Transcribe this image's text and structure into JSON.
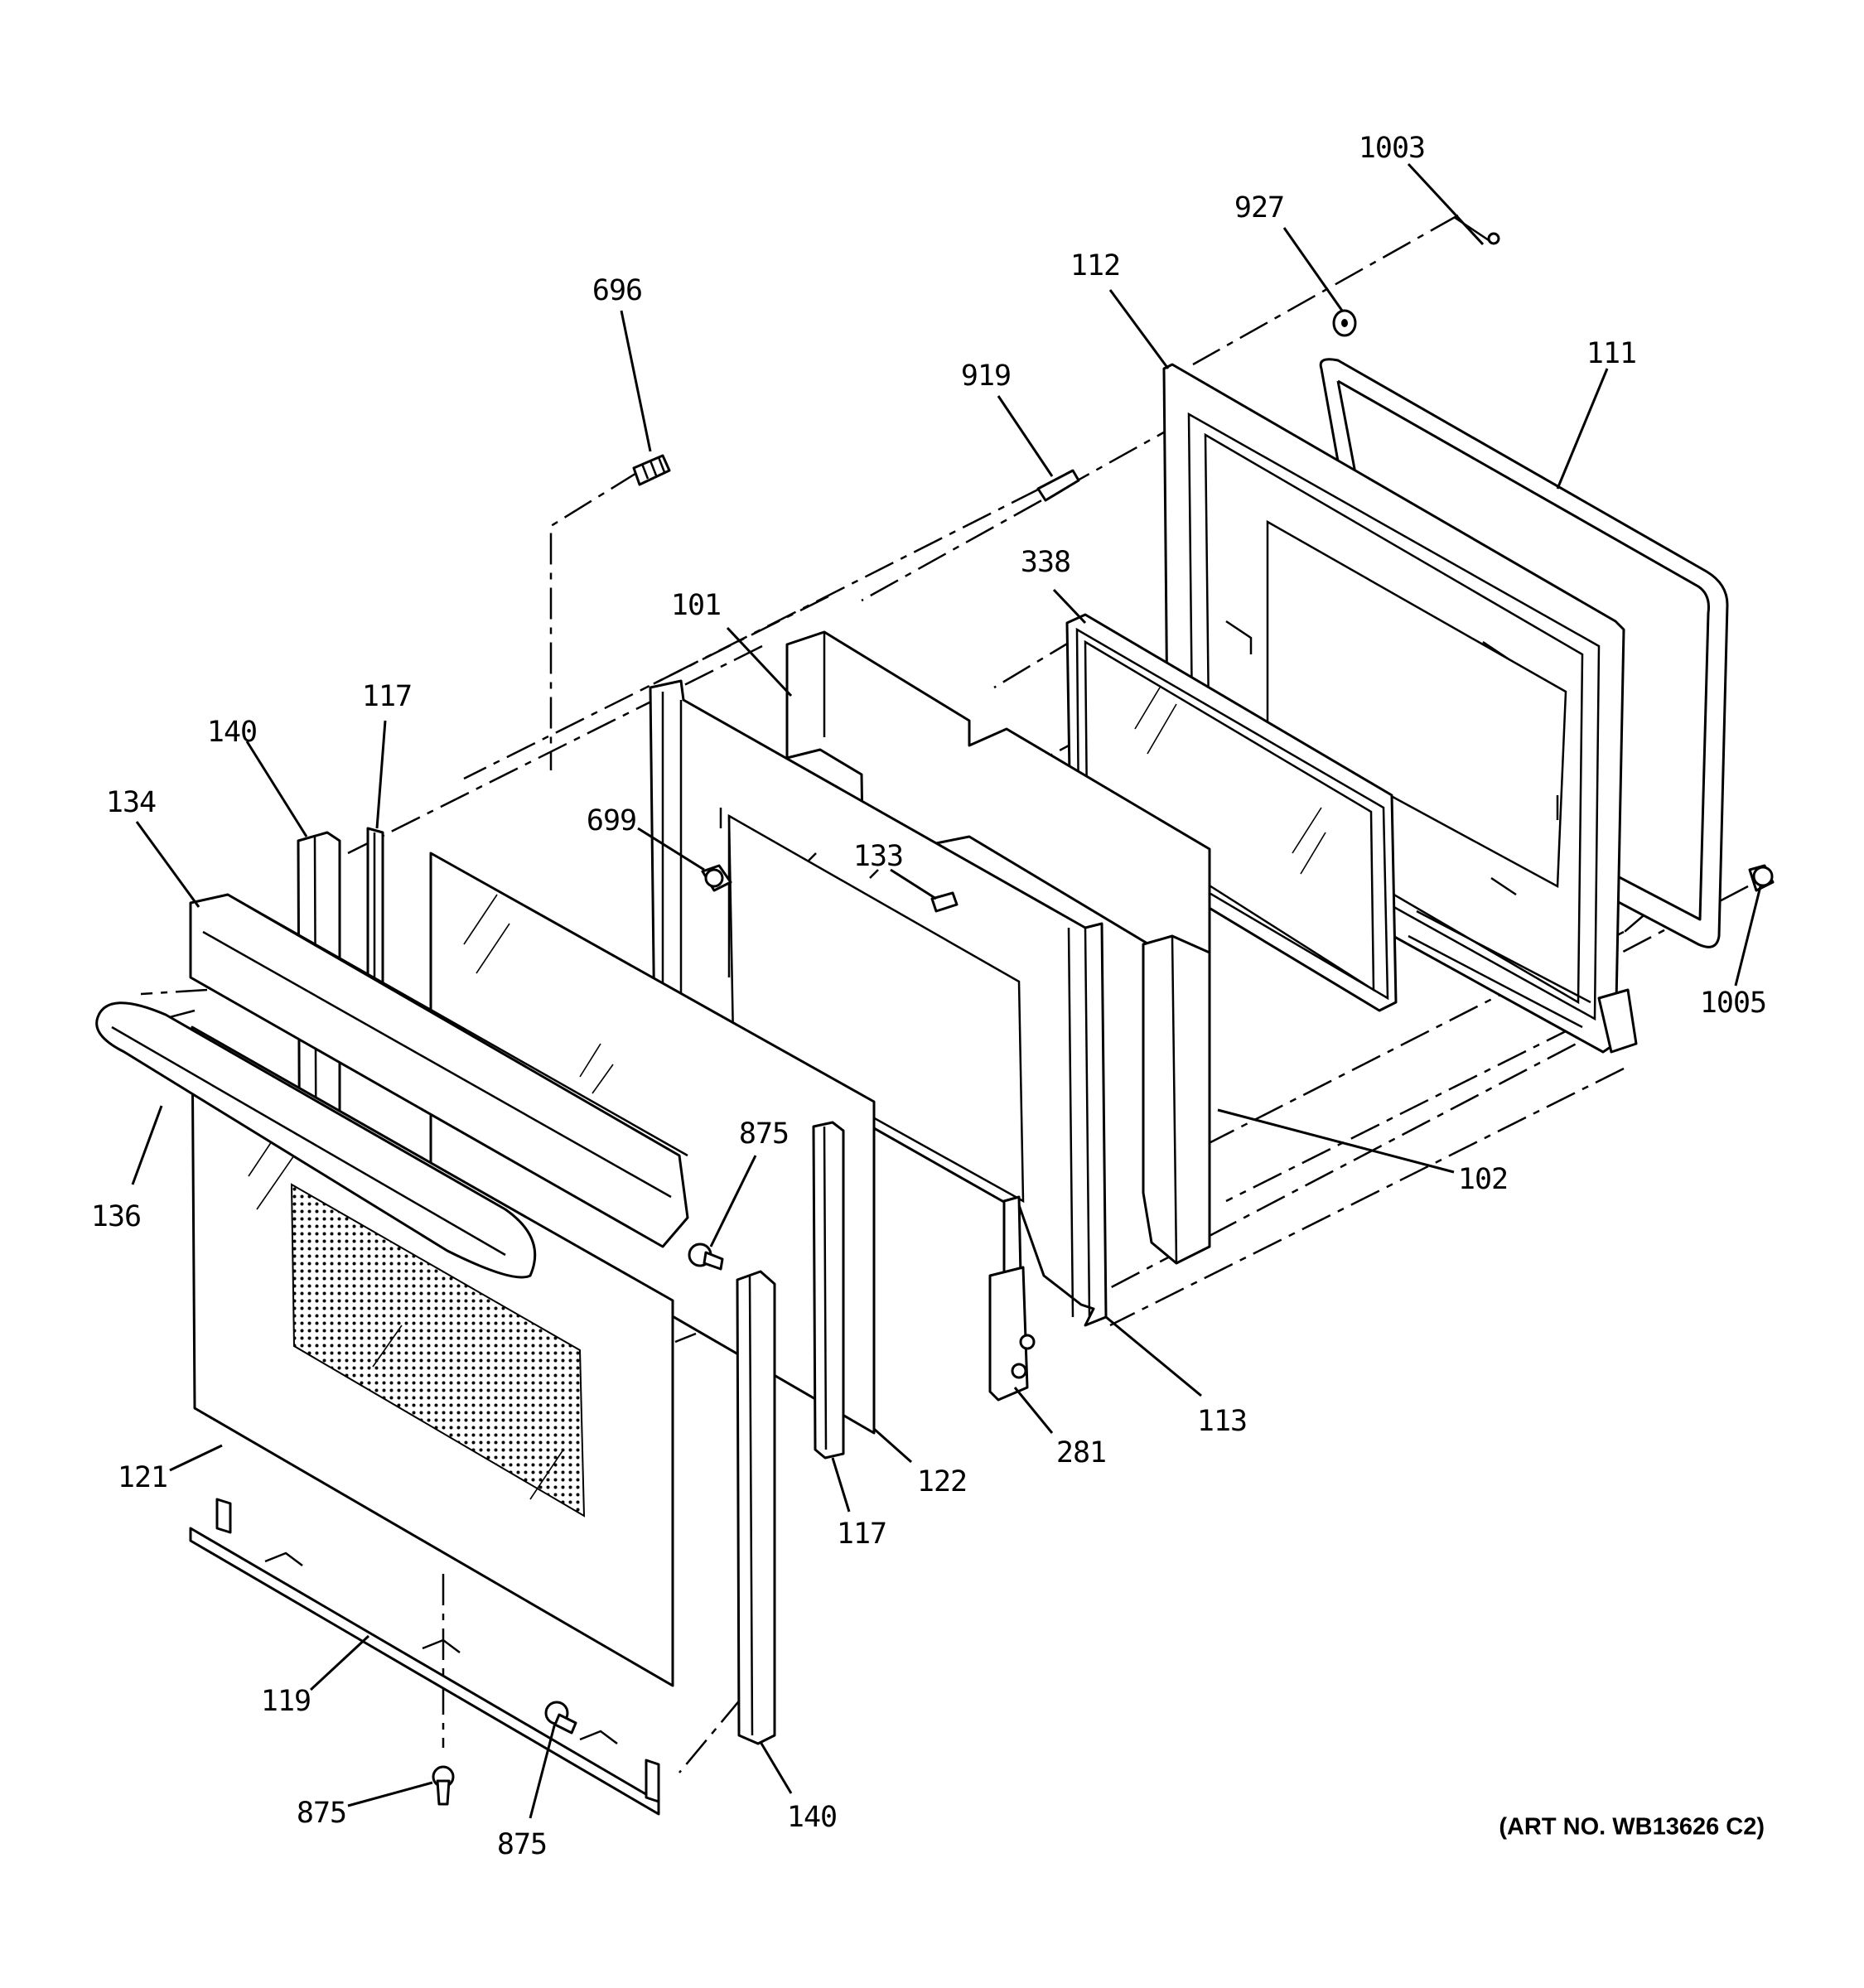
{
  "art_number": "(ART NO. WB13626 C2)",
  "callouts": {
    "c1003": "1003",
    "c927": "927",
    "c696": "696",
    "c112": "112",
    "c111": "111",
    "c919": "919",
    "c338": "338",
    "c101": "101",
    "c117a": "117",
    "c140a": "140",
    "c134": "134",
    "c699": "699",
    "c133": "133",
    "c1005": "1005",
    "c102": "102",
    "c136": "136",
    "c875a": "875",
    "c113": "113",
    "c281": "281",
    "c122": "122",
    "c117b": "117",
    "c121": "121",
    "c119": "119",
    "c140b": "140",
    "c875b": "875",
    "c875c": "875"
  }
}
